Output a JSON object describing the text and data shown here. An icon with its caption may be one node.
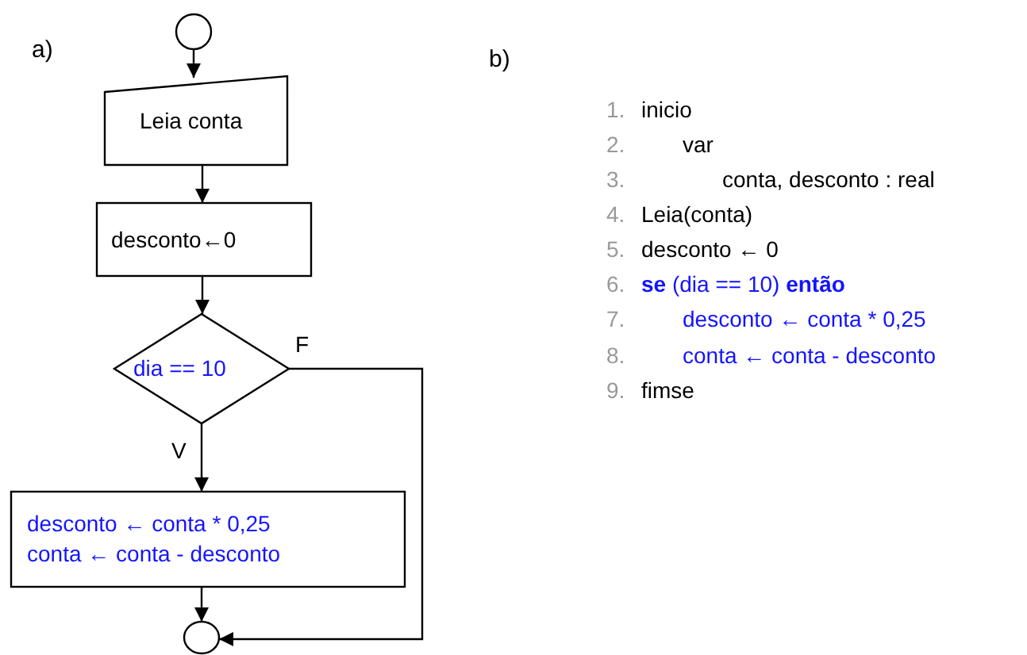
{
  "diagram": {
    "nodes": [
      {
        "text": [],
        "shape": "circle"
      },
      {
        "text": [
          "Leia conta"
        ]
      },
      {
        "text": [
          "desconto←0"
        ]
      },
      {
        "text": [
          "dia == 10"
        ]
      },
      {
        "text": [
          "desconto ← conta  * 0,25",
          "conta ← conta - desconto"
        ]
      },
      {
        "text": [],
        "shape": "circle"
      }
    ],
    "edges": [
      {
        "from": 0,
        "to": 1,
        "arrow": "to"
      },
      {
        "from": 1,
        "to": 2,
        "arrow": "to"
      },
      {
        "from": 2,
        "to": 3,
        "arrow": "to"
      },
      {
        "from": 3,
        "to": 4,
        "arrow": "to",
        "label": "V"
      },
      {
        "from": 3,
        "to": 5,
        "arrow": "to",
        "label": "F"
      },
      {
        "from": 4,
        "to": 5,
        "arrow": "to"
      }
    ],
    "labels": [
      "a)",
      "b)",
      "1.",
      "inicio",
      "2.",
      "var",
      "3.",
      "conta, desconto : real",
      "4.",
      "Leia(conta)",
      "5.",
      "desconto ← 0",
      "6.",
      "**se** (dia == 10) **então**",
      "7.",
      "desconto ← conta * 0,25",
      "8.",
      "conta ← conta - desconto",
      "9.",
      "fimse"
    ]
  }
}
